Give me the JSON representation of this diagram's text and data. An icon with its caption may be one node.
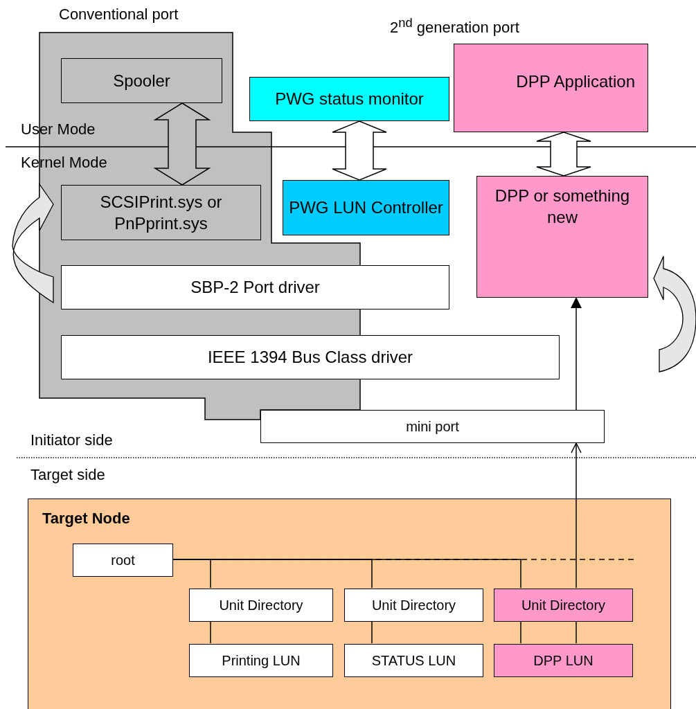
{
  "diagram": {
    "nodes": [
      {
        "text": [
          "Conventional port"
        ]
      },
      {
        "text": [
          "Spooler"
        ],
        "in": 0
      },
      {
        "text": [
          "SCSIPrint.sys or PnPprint.sys"
        ],
        "in": 0
      },
      {
        "text": [
          "DPP Application"
        ]
      },
      {
        "text": [
          "PWG status monitor"
        ]
      },
      {
        "text": [
          "PWG LUN Controller"
        ]
      },
      {
        "text": [
          "DPP or something new"
        ]
      },
      {
        "text": [
          "SBP-2 Port driver"
        ]
      },
      {
        "text": [
          "IEEE 1394 Bus Class driver"
        ]
      },
      {
        "text": [
          "mini port"
        ]
      },
      {
        "text": [
          "Target Node"
        ]
      },
      {
        "text": [
          "root"
        ],
        "in": 10
      },
      {
        "text": [
          "Unit Directory"
        ],
        "in": 10
      },
      {
        "text": [
          "Unit Directory"
        ],
        "in": 10
      },
      {
        "text": [
          "Unit Directory"
        ],
        "in": 10
      },
      {
        "text": [
          "Printing LUN"
        ],
        "in": 10
      },
      {
        "text": [
          "STATUS LUN"
        ],
        "in": 10
      },
      {
        "text": [
          "DPP LUN"
        ],
        "in": 10
      }
    ],
    "edges": [
      {
        "from": 1,
        "to": 2,
        "arrow": "both"
      },
      {
        "from": 4,
        "to": 5,
        "arrow": "both"
      },
      {
        "from": 3,
        "to": 6,
        "arrow": "both"
      },
      {
        "from": 11,
        "to": 12,
        "arrow": "none"
      },
      {
        "from": 11,
        "to": 13,
        "arrow": "none"
      },
      {
        "from": 11,
        "to": 14,
        "arrow": "none"
      },
      {
        "from": 11,
        "to": null,
        "arrow": "none",
        "style": "dashed"
      },
      {
        "from": 12,
        "to": 15,
        "arrow": "none"
      },
      {
        "from": 13,
        "to": 16,
        "arrow": "none"
      },
      {
        "from": 14,
        "to": 17,
        "arrow": "none"
      },
      {
        "from": 17,
        "to": 14,
        "arrow": "none"
      },
      {
        "from": 14,
        "to": 9,
        "arrow": "to"
      },
      {
        "from": 9,
        "to": 6,
        "arrow": "to"
      }
    ],
    "labels": [
      "2$^{nd}$ generation port",
      "User Mode",
      "Kernel Mode",
      "Initiator side",
      "Target side"
    ]
  }
}
